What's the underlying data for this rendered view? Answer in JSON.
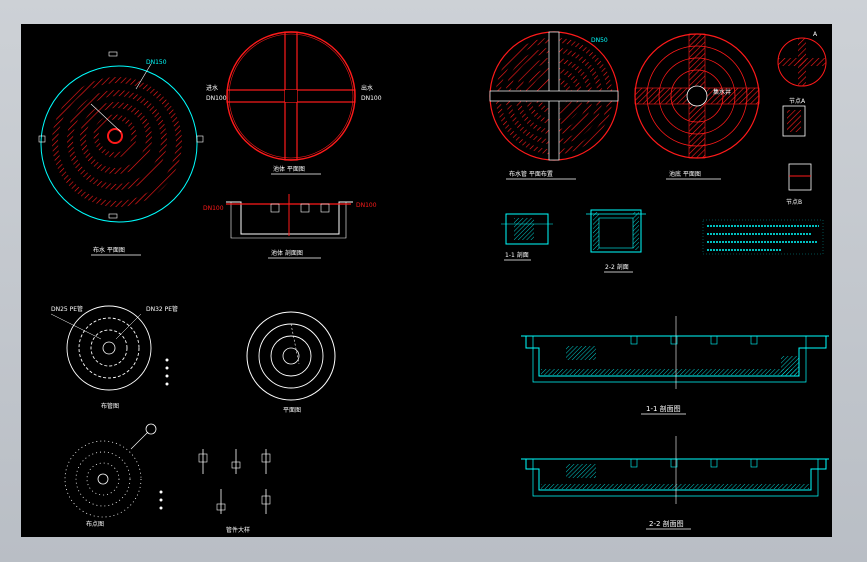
{
  "titles": {
    "t1": "1-1 剖面图",
    "t2": "2-2 剖面图",
    "pit_section": "1-1 剖面",
    "pipe_section": "2-2 剖面"
  },
  "colors": {
    "background": "#000000",
    "frame": "#c3c7cd",
    "cyan": "#00ffff",
    "red": "#ff1a1a",
    "white": "#ffffff"
  }
}
